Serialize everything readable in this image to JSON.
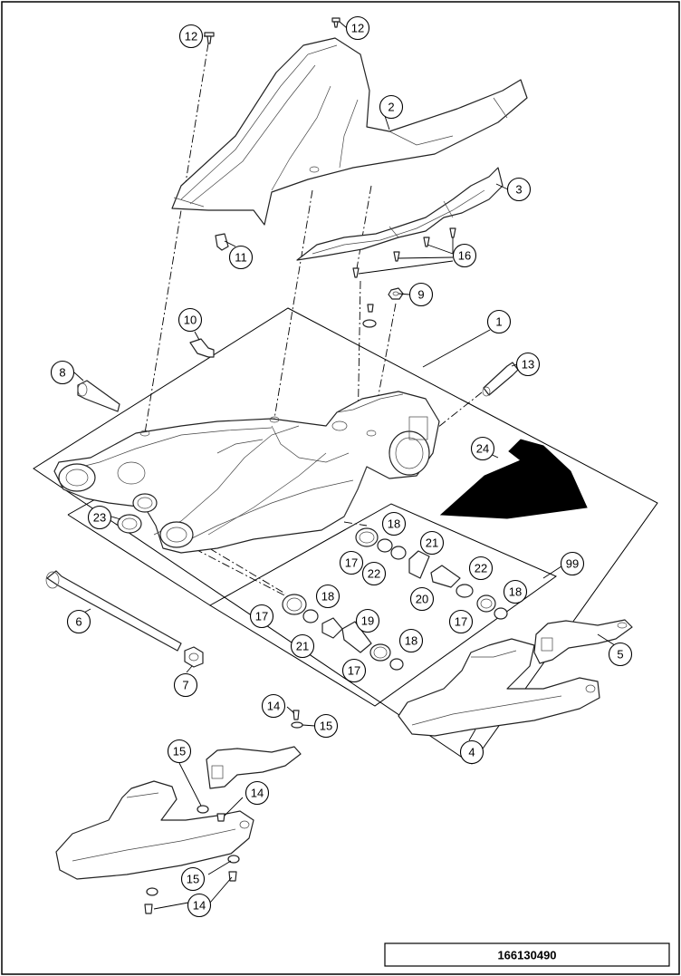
{
  "reference_number": "166130490",
  "callouts": [
    {
      "id": "c12a",
      "label": "12"
    },
    {
      "id": "c12b",
      "label": "12"
    },
    {
      "id": "c2",
      "label": "2"
    },
    {
      "id": "c3",
      "label": "3"
    },
    {
      "id": "c11",
      "label": "11"
    },
    {
      "id": "c16",
      "label": "16"
    },
    {
      "id": "c9",
      "label": "9"
    },
    {
      "id": "c10",
      "label": "10"
    },
    {
      "id": "c1",
      "label": "1"
    },
    {
      "id": "c8",
      "label": "8"
    },
    {
      "id": "c13",
      "label": "13"
    },
    {
      "id": "c24",
      "label": "24"
    },
    {
      "id": "c23",
      "label": "23"
    },
    {
      "id": "c18a",
      "label": "18"
    },
    {
      "id": "c17a",
      "label": "17"
    },
    {
      "id": "c22a",
      "label": "22"
    },
    {
      "id": "c21a",
      "label": "21"
    },
    {
      "id": "c99",
      "label": "99"
    },
    {
      "id": "c22b",
      "label": "22"
    },
    {
      "id": "c20",
      "label": "20"
    },
    {
      "id": "c18b",
      "label": "18"
    },
    {
      "id": "c17b",
      "label": "17"
    },
    {
      "id": "c17c",
      "label": "17"
    },
    {
      "id": "c18c",
      "label": "18"
    },
    {
      "id": "c19",
      "label": "19"
    },
    {
      "id": "c6",
      "label": "6"
    },
    {
      "id": "c21b",
      "label": "21"
    },
    {
      "id": "c18d",
      "label": "18"
    },
    {
      "id": "c17d",
      "label": "17"
    },
    {
      "id": "c5",
      "label": "5"
    },
    {
      "id": "c7",
      "label": "7"
    },
    {
      "id": "c14a",
      "label": "14"
    },
    {
      "id": "c15a",
      "label": "15"
    },
    {
      "id": "c4",
      "label": "4"
    },
    {
      "id": "c15b",
      "label": "15"
    },
    {
      "id": "c14b",
      "label": "14"
    },
    {
      "id": "c15c",
      "label": "15"
    },
    {
      "id": "c14c",
      "label": "14"
    }
  ]
}
